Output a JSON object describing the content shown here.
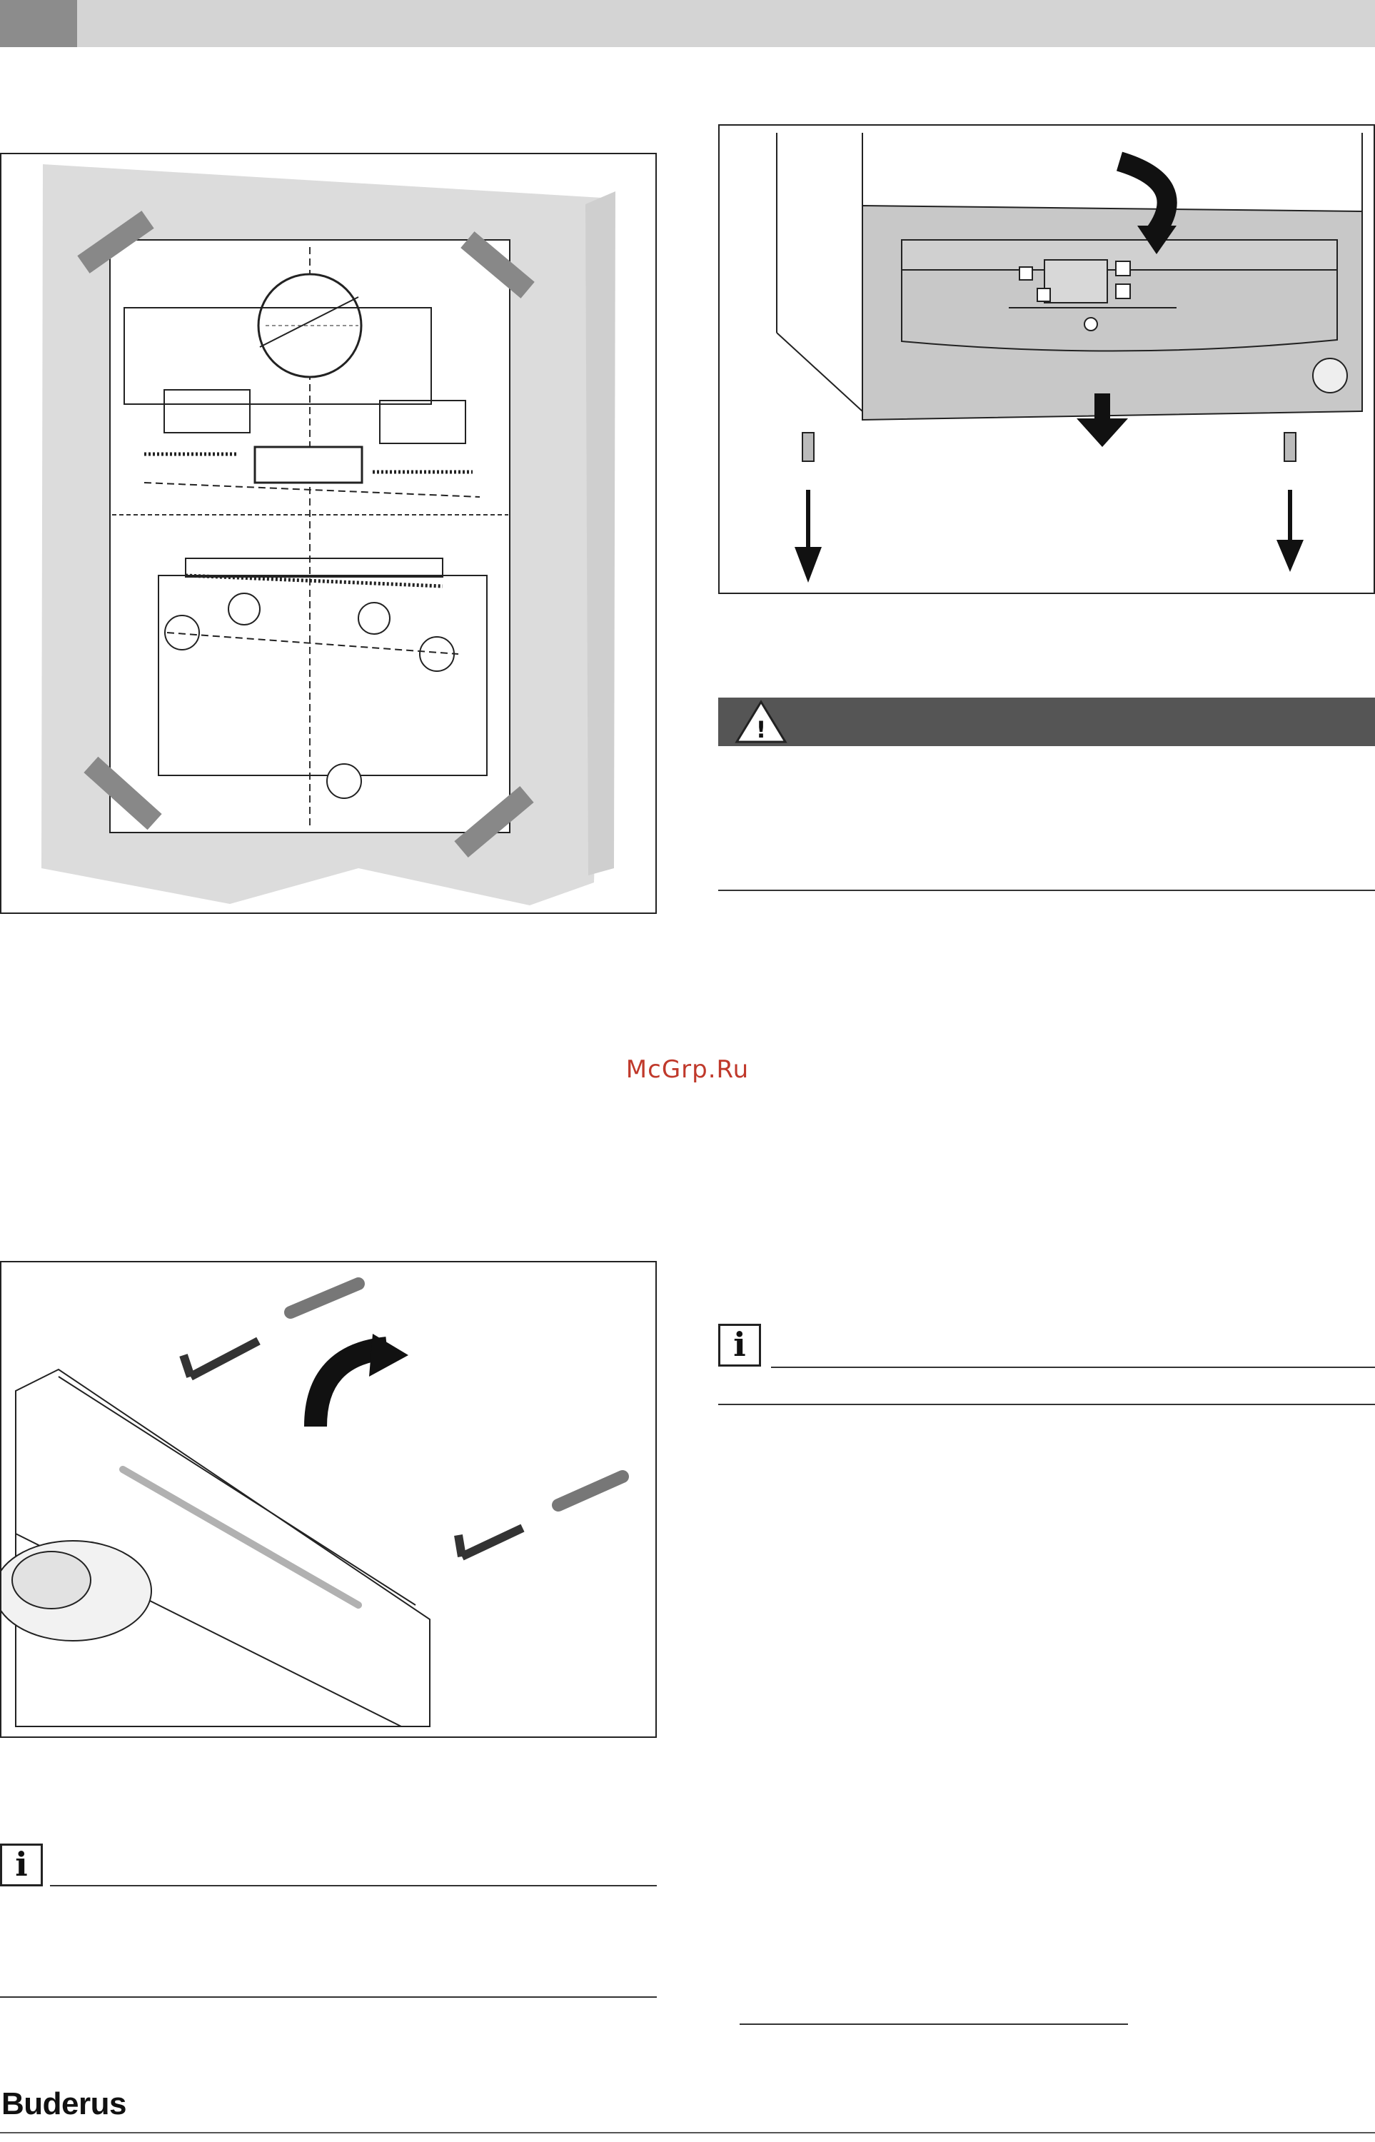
{
  "header": {
    "bar_color": "#d4d4d4",
    "tab_color": "#8c8c8c"
  },
  "figures": {
    "template_icon": "wall-template-illustration",
    "cover_icon": "front-cover-removal-illustration",
    "hooks_icon": "wall-hooks-mounting-illustration"
  },
  "warning": {
    "icon": "warning-triangle-icon",
    "bar_color": "#555555",
    "symbol": "!"
  },
  "info_notes": {
    "icon": "info-icon",
    "symbol": "i"
  },
  "watermark": {
    "text": "McGrp.Ru",
    "color": "#c0392b"
  },
  "footer": {
    "brand": "Buderus"
  }
}
